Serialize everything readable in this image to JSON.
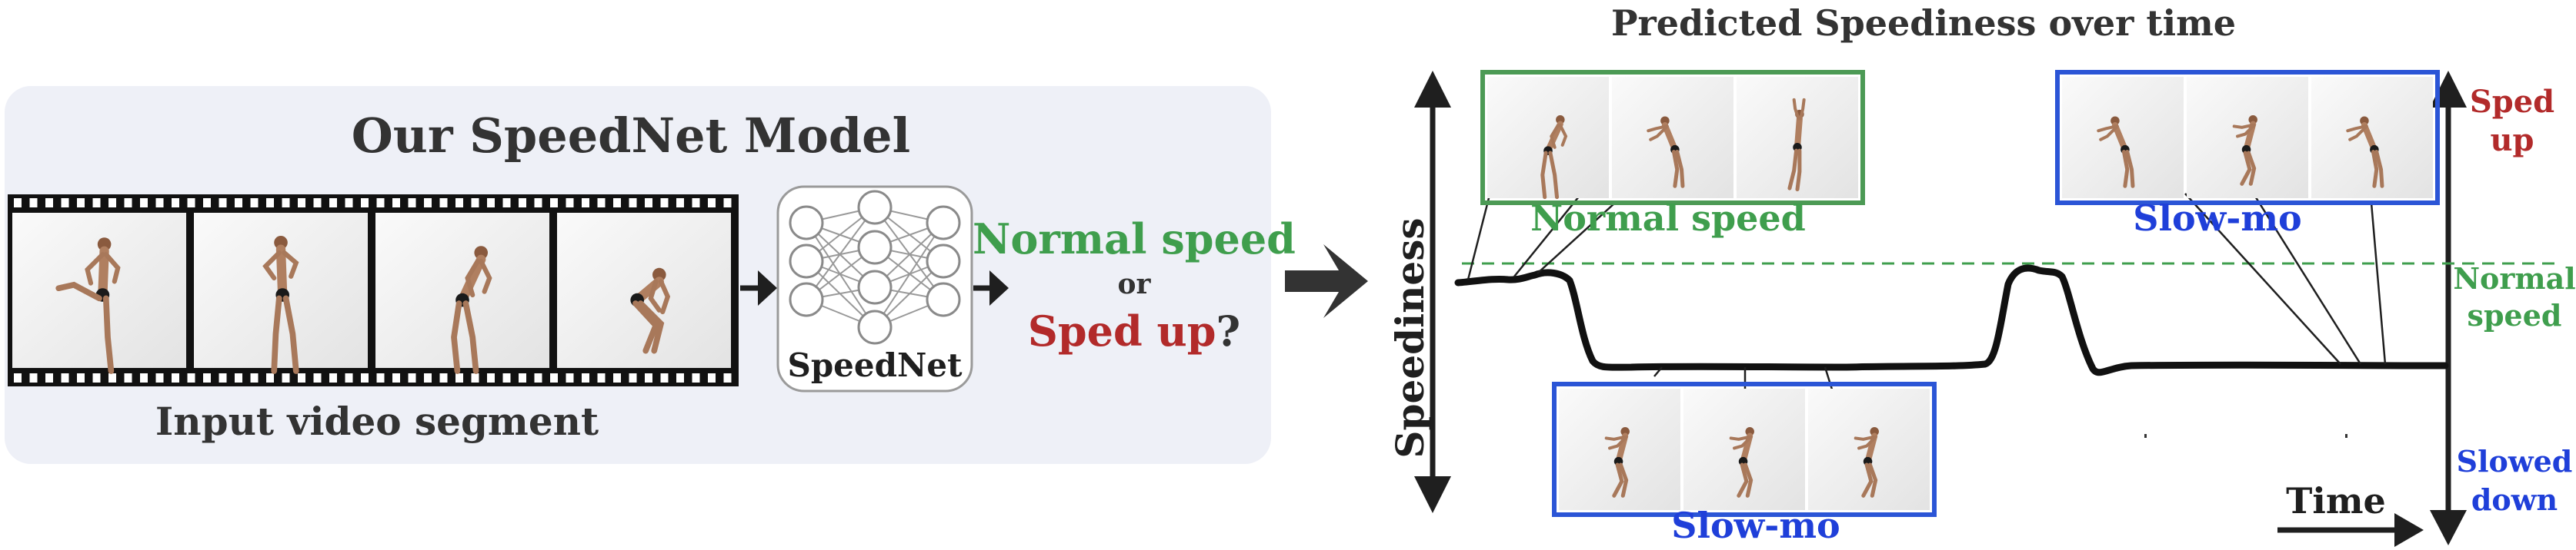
{
  "left_panel": {
    "title": "Our SpeedNet Model",
    "film_caption": "Input video segment",
    "network_label": "SpeedNet",
    "question": {
      "normal": "Normal speed",
      "or": "or",
      "sped": "Sped up",
      "mark": "?"
    }
  },
  "right_panel": {
    "title": "Predicted Speediness over time",
    "y_axis_label": "Speediness",
    "x_axis_label": "Time",
    "right_labels": {
      "top": [
        "Sped",
        "up"
      ],
      "middle": [
        "Normal",
        "speed"
      ],
      "bottom": [
        "Slowed",
        "down"
      ]
    },
    "thumb_groups": [
      {
        "id": "normal-top",
        "caption": "Normal speed",
        "color": "green",
        "frames": 3
      },
      {
        "id": "slowmo-bottom",
        "caption": "Slow-mo",
        "color": "blue",
        "frames": 3
      },
      {
        "id": "slowmo-top",
        "caption": "Slow-mo",
        "color": "blue",
        "frames": 3
      }
    ]
  },
  "colors": {
    "green": "#3f9e4d",
    "red": "#b22a2a",
    "blue": "#1f3fd9",
    "box_green": "#4c9a55",
    "box_blue": "#2b55d6",
    "panel": "#eef0f7",
    "ink": "#1f1f1f"
  }
}
